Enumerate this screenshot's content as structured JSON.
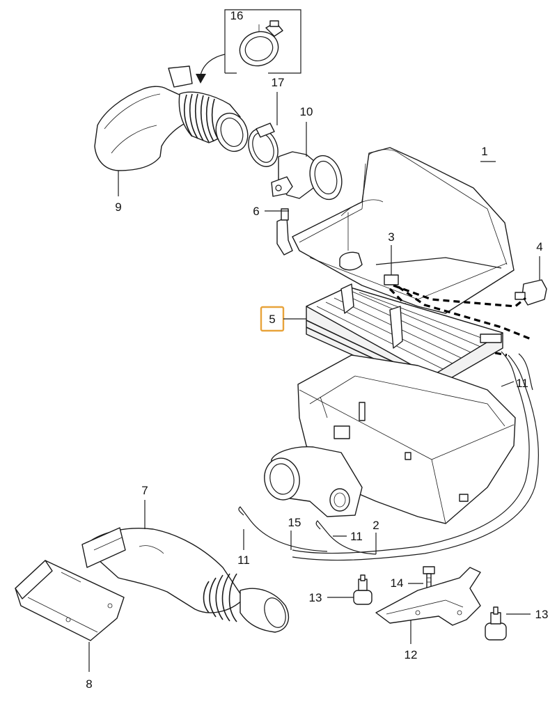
{
  "diagram": {
    "highlight_color": "#e8a33a",
    "line_color": "#1a1a1a",
    "labels": {
      "l1": "1",
      "l2": "2",
      "l3": "3",
      "l4": "4",
      "l5": "5",
      "l6": "6",
      "l7": "7",
      "l8": "8",
      "l9": "9",
      "l10": "10",
      "l11a": "11",
      "l11b": "11",
      "l11c": "11",
      "l12": "12",
      "l13a": "13",
      "l13b": "13",
      "l14": "14",
      "l15": "15",
      "l16": "16",
      "l17": "17"
    },
    "selected_label": "5"
  }
}
